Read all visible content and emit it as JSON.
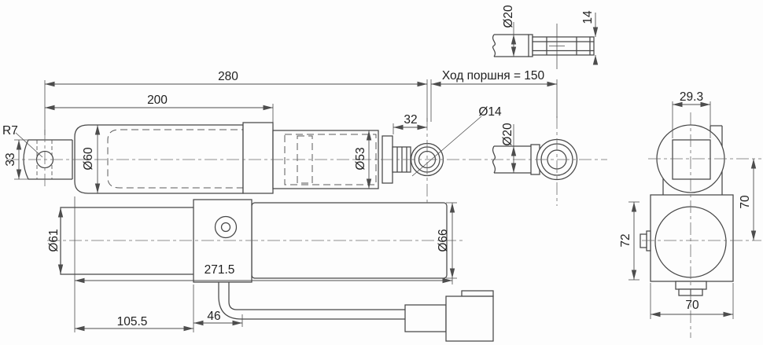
{
  "drawing": {
    "title": "Linear actuator technical drawing",
    "colors": {
      "line": "#474747",
      "background": "#fdfdfd",
      "text": "#1f1f1f"
    },
    "labels": {
      "overall_length": "280",
      "body_length": "200",
      "stroke": "Ход поршня = 150",
      "tip_diameter": "Ø20",
      "tip_flats": "14",
      "rear_eye_radius": "R7",
      "rear_mount_width": "33",
      "body_diameter": "Ø60",
      "front_diameter": "Ø53",
      "gland_length": "32",
      "eye_hole_diameter": "Ø14",
      "rod_diameter": "Ø20",
      "motor_front_diameter": "Ø61",
      "motor_rear_diameter": "Ø66",
      "lower_length": "271.5",
      "motor_front_length": "105.5",
      "block_width": "46",
      "side_square_width": "29.3",
      "side_axis_distance": "70",
      "side_block_height": "72",
      "side_block_width": "70"
    }
  }
}
